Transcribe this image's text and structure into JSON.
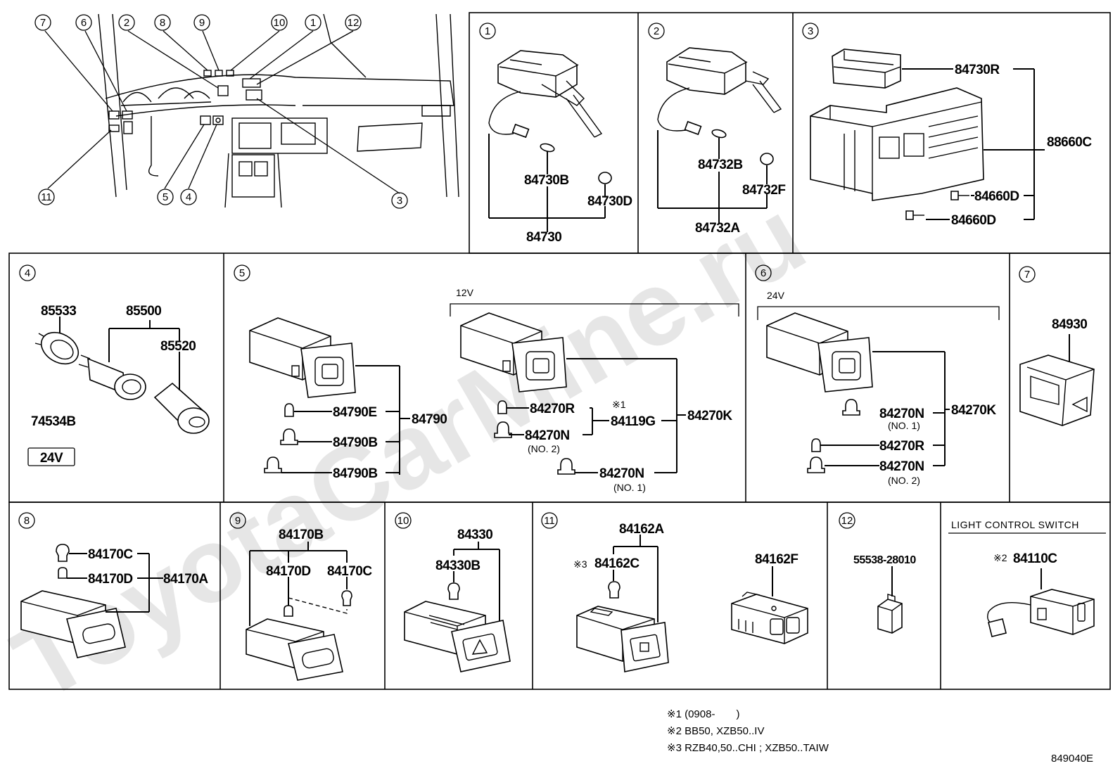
{
  "watermark": "ToyotaCarMine.ru",
  "diagram_code": "849040E",
  "overview": {
    "callouts": [
      "7",
      "6",
      "2",
      "8",
      "9",
      "10",
      "1",
      "12",
      "11",
      "5",
      "4",
      "3"
    ]
  },
  "sections": {
    "s1": {
      "num": "1",
      "parts": [
        "84730B",
        "84730D",
        "84730"
      ]
    },
    "s2": {
      "num": "2",
      "parts": [
        "84732B",
        "84732F",
        "84732A"
      ]
    },
    "s3": {
      "num": "3",
      "parts": [
        "84730R",
        "88660C",
        "84660D",
        "84660D"
      ]
    },
    "s4": {
      "num": "4",
      "parts": [
        "85533",
        "85500",
        "85520",
        "74534B"
      ],
      "voltage": "24V"
    },
    "s5": {
      "num": "5",
      "voltage": "12V",
      "parts": [
        "84790E",
        "84790",
        "84790B",
        "84790B",
        "84270R",
        "84119G",
        "84270K",
        "84270N",
        "84270N"
      ],
      "marks": [
        "※1"
      ],
      "subs": [
        "(NO. 2)",
        "(NO. 1)"
      ]
    },
    "s6": {
      "num": "6",
      "voltage": "24V",
      "parts": [
        "84270N",
        "84270K",
        "84270R",
        "84270N"
      ],
      "subs": [
        "(NO. 1)",
        "(NO. 2)"
      ]
    },
    "s7": {
      "num": "7",
      "parts": [
        "84930"
      ]
    },
    "s8": {
      "num": "8",
      "parts": [
        "84170C",
        "84170D",
        "84170A"
      ]
    },
    "s9": {
      "num": "9",
      "parts": [
        "84170B",
        "84170D",
        "84170C"
      ]
    },
    "s10": {
      "num": "10",
      "parts": [
        "84330",
        "84330B"
      ]
    },
    "s11": {
      "num": "11",
      "parts": [
        "84162A",
        "84162C",
        "84162F"
      ],
      "marks": [
        "※3"
      ]
    },
    "s12": {
      "num": "12",
      "parts": [
        "55538-28010"
      ]
    },
    "light": {
      "title": "LIGHT CONTROL SWITCH",
      "mark": "※2",
      "part": "84110C"
    }
  },
  "notes": [
    "※1 (0908-　　)",
    "※2 BB50, XZB50..IV",
    "※3 RZB40,50..CHI ; XZB50..TAIW"
  ]
}
